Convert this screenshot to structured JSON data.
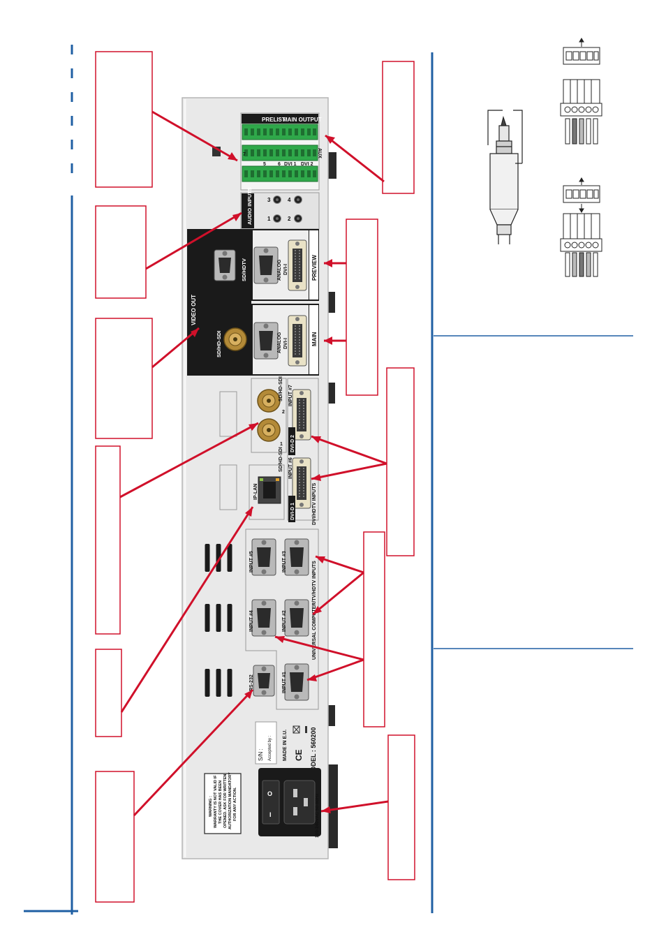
{
  "colors": {
    "page_rule": "#1f5fa3",
    "callout_red": "#d0102a",
    "panel_black": "#1a1a1a",
    "terminal_green": "#2fa84a",
    "chassis": "#e9e9e9"
  },
  "device": {
    "model": "MODEL : 560200",
    "made_in": "MADE IN E.U.",
    "sn": "S/N :",
    "accepted_by": "Accepted by :",
    "power_rating": "100-240VAC 50-60Hz",
    "ce_mark": "CE",
    "warning": [
      "WARNING :",
      "WARRANTY IS NOT VALID IF",
      "THE COVER HAS BEEN",
      "OPENED. ASK FOR WRITTEN",
      "AUTHORIZATION MANDATORY",
      "FOR ANY ACTION."
    ],
    "audio_out_labels": {
      "prelist": "PRELIST",
      "main_output": "MAIN OUTPUT",
      "aux": "AUX"
    },
    "audio_in_labels": {
      "n5": "5",
      "n6": "6",
      "dvi1": "DVI 1",
      "dvi2": "DVI 2",
      "n7": "7"
    },
    "audio_inputs": {
      "title": "AUDIO INPUTS",
      "n1": "1",
      "n2": "2",
      "n3": "3",
      "n4": "4"
    },
    "video_out": {
      "title": "VIDEO OUT",
      "sd_hdtv": "SD/HDTV",
      "sdi": "SD/HD-SDI"
    },
    "preview": {
      "title": "PREVIEW",
      "analog": "ANALOG",
      "dvi": "DVI-I"
    },
    "main": {
      "title": "MAIN",
      "analog": "ANALOG",
      "dvi": "DVI-I"
    },
    "sdi_inputs": {
      "top": "SD/HD-SDI",
      "bottom": "SD/HD-SDI",
      "n1": "1",
      "n2": "2"
    },
    "dvi_inputs": {
      "input7": "INPUT #7",
      "dvi_d2": "DVI-D 2",
      "input6": "INPUT #6",
      "dvi_d1": "DVI-D 1",
      "group": "DVI/HDTV INPUTS"
    },
    "ip_lan": "IP-LAN",
    "universal": {
      "group": "UNIVERSAL COMPUTER/TV/HDTV INPUTS",
      "input1": "INPUT #1",
      "input2": "INPUT #2",
      "input3": "INPUT #3",
      "input4": "INPUT #4",
      "input5": "INPUT #5"
    },
    "rs232": "RS-232",
    "switch_on": "I",
    "switch_off": "O"
  }
}
